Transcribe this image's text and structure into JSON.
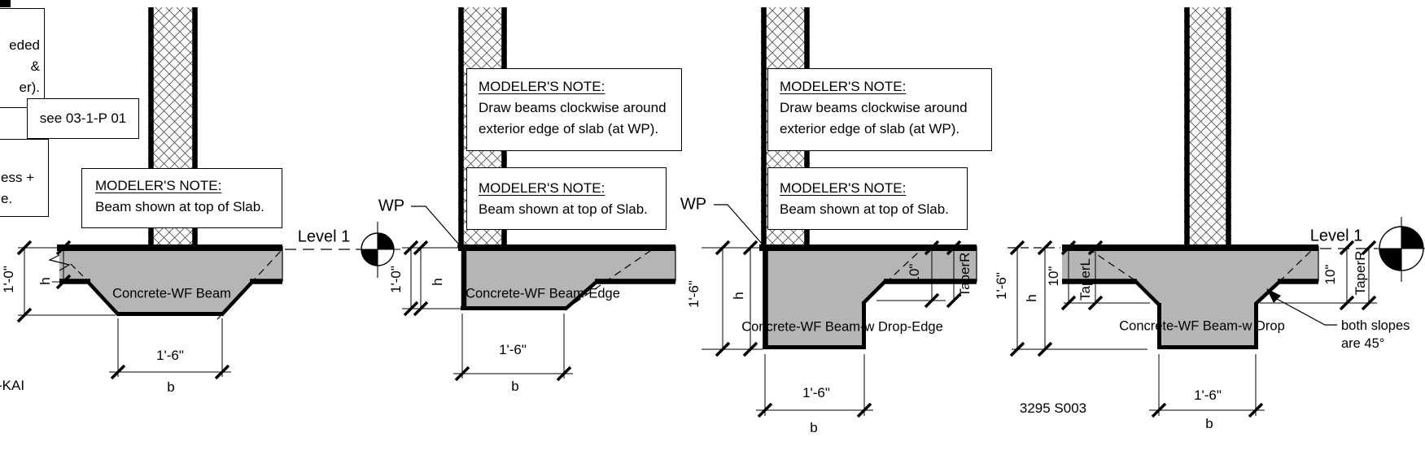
{
  "margin": {
    "clipped_note_top_line1": "eded",
    "clipped_note_top_line2": "&",
    "clipped_note_top_line3": "er).",
    "see_ref": "see 03-1-P 01",
    "clipped_note_bottom_line1": "ess +",
    "clipped_note_bottom_line2": "e.",
    "clipped_left_label": "-KAI"
  },
  "shared": {
    "note_title": "MODELER'S NOTE:",
    "note_beam_top": "Beam shown at top of Slab.",
    "note_clockwise_1": "Draw beams clockwise around",
    "note_clockwise_2": "exterior edge of slab (at WP).",
    "level_label": "Level 1",
    "wp_label": "WP"
  },
  "annotations": {
    "slope_note_1": "both slopes",
    "slope_note_2": "are 45°",
    "sheet_ref": "3295 S003"
  },
  "diagrams": [
    {
      "label": "Concrete-WF Beam",
      "height_value": "1'-0\"",
      "height_param": "h",
      "width_value": "1'-6\"",
      "width_param": "b"
    },
    {
      "label": "Concrete-WF Beam-Edge",
      "height_value": "1'-0\"",
      "height_param": "h",
      "width_value": "1'-6\"",
      "width_param": "b"
    },
    {
      "label": "Concrete-WF Beam-w Drop-Edge",
      "height_value": "1'-6\"",
      "height_param": "h",
      "taper_value": "10\"",
      "taper_param": "TaperR",
      "width_value": "1'-6\"",
      "width_param": "b"
    },
    {
      "label": "Concrete-WF Beam-w Drop",
      "height_value": "1'-6\"",
      "height_param": "h",
      "taper_left_value": "10\"",
      "taper_left_param": "TaperL",
      "taper_right_value": "10\"",
      "taper_right_param": "TaperR",
      "width_value": "1'-6\"",
      "width_param": "b"
    }
  ],
  "colors": {
    "concrete_fill": "#b5b5b5",
    "line": "#000000",
    "background": "#ffffff"
  }
}
